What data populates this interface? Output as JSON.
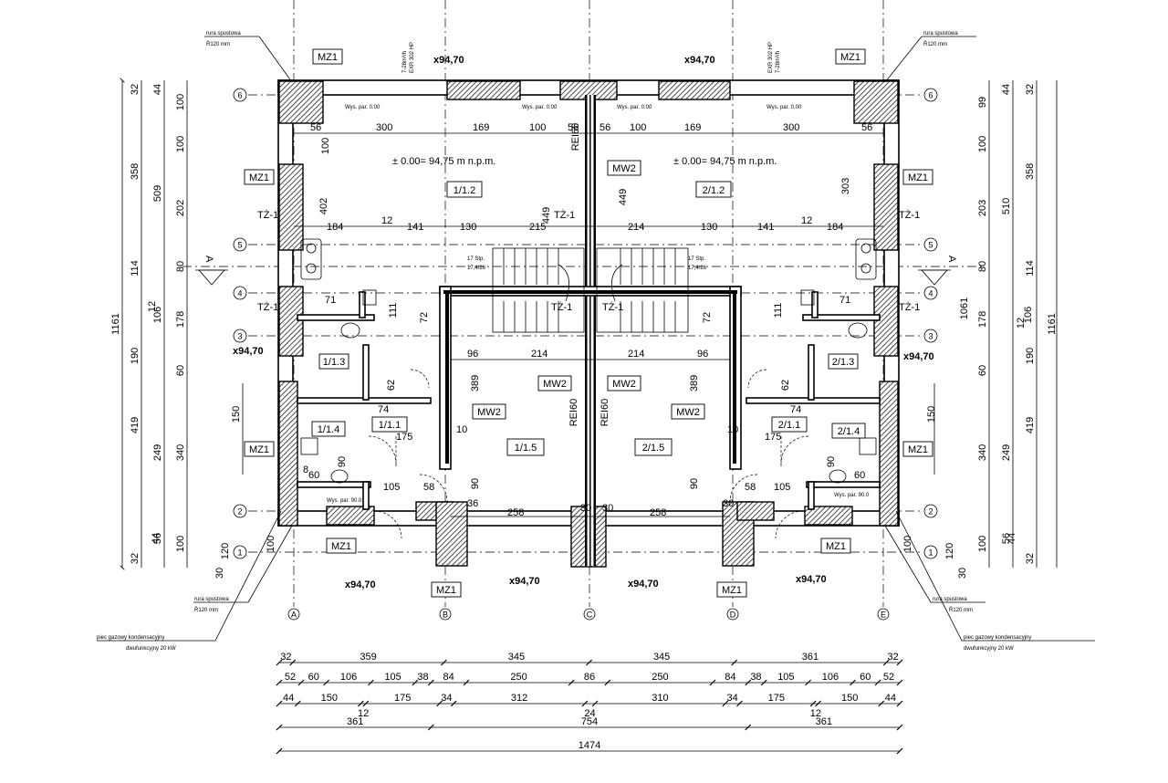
{
  "elevation": {
    "top_left": "x94,70",
    "top_right": "x94,70",
    "left": "x94,70",
    "right": "x94,70",
    "bottom_a": "x94,70",
    "bottom_b": "x94,70",
    "bottom_c": "x94,70",
    "bottom_d": "x94,70"
  },
  "zero_level": "± 0.00= 94,75 m n.p.m.",
  "downpipe": {
    "label": "rura spustowa",
    "size": "R̄120 mm"
  },
  "boiler": {
    "line1": "piec gazowy kondensacyjny",
    "line2": "dwufunkcyjny 20 kW"
  },
  "rooms": {
    "r1_1": "1/1.1",
    "r1_2": "1/1.2",
    "r1_3": "1/1.3",
    "r1_4": "1/1.4",
    "r1_5": "1/1.5",
    "r2_1": "2/1.1",
    "r2_2": "2/1.2",
    "r2_3": "2/1.3",
    "r2_4": "2/1.4",
    "r2_5": "2/1.5"
  },
  "tags": {
    "mz1": "MZ1",
    "mw2": "MW2",
    "tz1": "TŻ-1",
    "rei60": "REI60"
  },
  "stairs": {
    "left": "17 Stp.",
    "left_sub": "17,4/26",
    "right": "17 Stp.",
    "right_sub": "17,4/26"
  },
  "window_notes": {
    "sill": "Wys. par. 0.00",
    "sill90": "Wys. par. 90.0",
    "exr_left": "EXR 302 HP",
    "exr_left2": "7-28m³/h",
    "exr_right": "EXR 302 HP",
    "exr_right2": "7-28m³/h"
  },
  "axes_rows": [
    "1",
    "2",
    "3",
    "4",
    "5",
    "6"
  ],
  "axes_cols": [
    "A",
    "B",
    "C",
    "D",
    "E"
  ],
  "section_mark": "A",
  "dims_left": {
    "outer_total": "1161",
    "chain_a": [
      "32",
      "358",
      "114",
      "12",
      "190",
      "419",
      "44",
      "32"
    ],
    "chain_b": [
      "44",
      "509",
      "106",
      "249",
      "56"
    ],
    "chain_c": [
      "100",
      "100",
      "202",
      "80",
      "178",
      "60",
      "340",
      "100"
    ],
    "chain_d": [
      "100",
      "150",
      "120",
      "30"
    ]
  },
  "dims_right": {
    "outer_total": "1161",
    "inner_total": "1061",
    "chain_a": [
      "32",
      "358",
      "114",
      "12",
      "190",
      "419",
      "44",
      "32"
    ],
    "chain_b": [
      "44",
      "510",
      "106",
      "249",
      "56"
    ],
    "chain_c": [
      "99",
      "100",
      "203",
      "80",
      "178",
      "60",
      "340",
      "100"
    ],
    "chain_d": [
      "100",
      "150",
      "120",
      "30"
    ]
  },
  "dims_bottom": {
    "row1": [
      "32",
      "359",
      "345",
      "345",
      "361",
      "32"
    ],
    "row2": [
      "52",
      "60",
      "106",
      "105",
      "38",
      "84",
      "250",
      "86",
      "250",
      "84",
      "38",
      "105",
      "106",
      "60",
      "52"
    ],
    "row3": [
      "44",
      "150",
      "12",
      "175",
      "34",
      "312",
      "24",
      "310",
      "34",
      "175",
      "12",
      "150",
      "44"
    ],
    "row4": [
      "361",
      "754",
      "361"
    ],
    "row5": [
      "1474"
    ]
  },
  "inner_dims": {
    "top_left": [
      "56",
      "300",
      "169",
      "100",
      "56"
    ],
    "top_right": [
      "56",
      "100",
      "169",
      "300",
      "56"
    ],
    "mid_left": [
      "184",
      "12",
      "141",
      "130",
      "215"
    ],
    "mid_right": [
      "214",
      "130",
      "141",
      "12",
      "184"
    ],
    "hall_left": [
      "96",
      "214"
    ],
    "hall_right": [
      "214",
      "96"
    ],
    "low_left": [
      "258",
      "30",
      "105",
      "58",
      "36"
    ],
    "low_right": [
      "30",
      "258",
      "30",
      "58",
      "105"
    ],
    "vert_left": [
      "100",
      "402",
      "449",
      "389",
      "90",
      "72",
      "111",
      "62",
      "90",
      "60",
      "8"
    ],
    "vert_right": [
      "303",
      "449",
      "389",
      "90",
      "72",
      "111",
      "62",
      "90",
      "60",
      "10",
      "10"
    ],
    "small": [
      "74",
      "175",
      "74",
      "175",
      "71",
      "71",
      "96",
      "96",
      "36",
      "30",
      "12",
      "12"
    ]
  }
}
